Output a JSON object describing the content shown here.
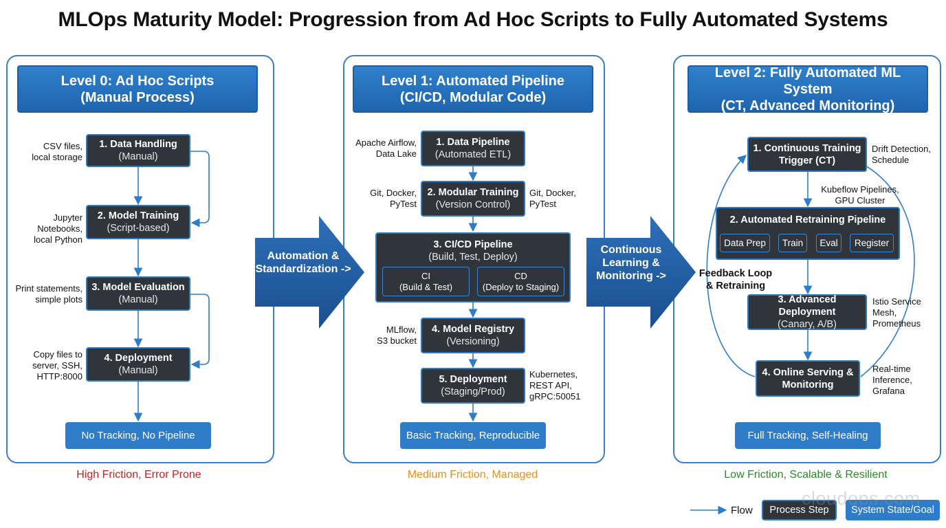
{
  "title": "MLOps Maturity Model: Progression from Ad Hoc Scripts to Fully Automated Systems",
  "levels": [
    {
      "header_line1": "Level 0: Ad Hoc Scripts",
      "header_line2": "(Manual Process)",
      "steps": [
        {
          "name": "1. Data Handling",
          "detail": "(Manual)",
          "note": "CSV files,\nlocal storage"
        },
        {
          "name": "2. Model Training",
          "detail": "(Script-based)",
          "note": "Jupyter Notebooks,\nlocal Python"
        },
        {
          "name": "3. Model Evaluation",
          "detail": "(Manual)",
          "note": "Print statements,\nsimple plots"
        },
        {
          "name": "4. Deployment",
          "detail": "(Manual)",
          "note": "Copy files to\nserver, SSH,\nHTTP:8000"
        }
      ],
      "state": "No Tracking, No Pipeline",
      "friction": "High Friction, Error Prone",
      "friction_color": "#c8201e"
    },
    {
      "header_line1": "Level 1: Automated Pipeline",
      "header_line2": "(CI/CD, Modular Code)",
      "steps": [
        {
          "name": "1. Data Pipeline",
          "detail": "(Automated ETL)",
          "note": "Apache Airflow,\nData Lake"
        },
        {
          "name": "2. Modular Training",
          "detail": "(Version Control)",
          "note": "Git, Docker,\nPyTest",
          "note_right": "Git, Docker,\nPyTest"
        },
        {
          "name": "3. CI/CD Pipeline",
          "detail": "(Build, Test, Deploy)",
          "sub": [
            {
              "name": "CI",
              "detail": "(Build & Test)"
            },
            {
              "name": "CD",
              "detail": "(Deploy to Staging)"
            }
          ]
        },
        {
          "name": "4. Model Registry",
          "detail": "(Versioning)",
          "note": "MLflow,\nS3 bucket"
        },
        {
          "name": "5. Deployment",
          "detail": "(Staging/Prod)",
          "note_right": "Kubernetes,\nREST API,\ngRPC:50051"
        }
      ],
      "state": "Basic Tracking, Reproducible",
      "friction": "Medium Friction, Managed",
      "friction_color": "#e8901a"
    },
    {
      "header_line1": "Level 2: Fully Automated ML System",
      "header_line2": "(CT, Advanced Monitoring)",
      "steps": [
        {
          "name": "1. Continuous Training",
          "detail": "Trigger (CT)",
          "note_right": "Drift Detection,\nSchedule"
        },
        {
          "name": "2. Automated Retraining Pipeline",
          "note_right": "Kubeflow Pipelines,\nGPU Cluster",
          "sub": [
            "Data Prep",
            "Train",
            "Eval",
            "Register"
          ]
        },
        {
          "name": "3. Advanced Deployment",
          "detail": "(Canary, A/B)",
          "note_right": "Istio Service\nMesh,\nPrometheus"
        },
        {
          "name": "4. Online Serving &",
          "detail": "Monitoring",
          "note_right": "Real-time\nInference,\nGrafana"
        }
      ],
      "feedback_label": "Feedback Loop\n& Retraining",
      "state": "Full Tracking, Self-Healing",
      "friction": "Low Friction, Scalable & Resilient",
      "friction_color": "#2a8a2a"
    }
  ],
  "transitions": [
    {
      "label": "Automation &\nStandardization ->"
    },
    {
      "label": "Continuous\nLearning &\nMonitoring ->"
    }
  ],
  "legend": {
    "flow": "Flow",
    "process_step": "Process Step",
    "system_state": "System State/Goal"
  },
  "watermark": "cloudops.com",
  "colors": {
    "accent": "#2f7cc8",
    "step_fill": "#2f353b",
    "arrow_fill": "#1f5fa8"
  }
}
